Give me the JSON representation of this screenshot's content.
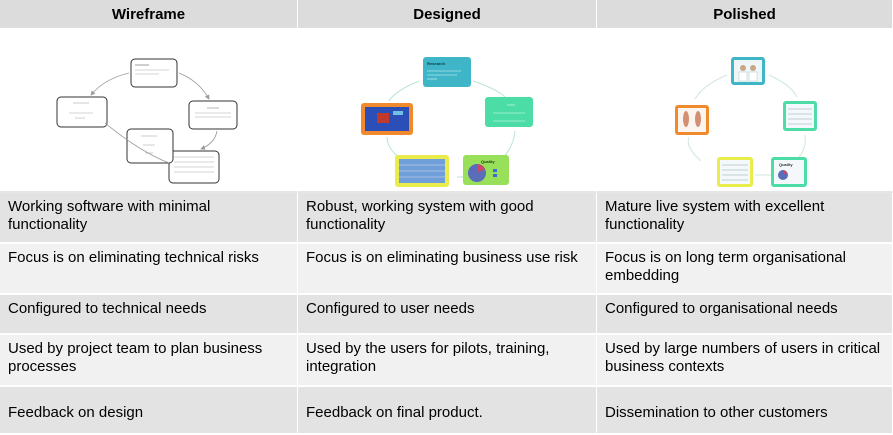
{
  "columns": [
    {
      "title": "Wireframe"
    },
    {
      "title": "Designed"
    },
    {
      "title": "Polished"
    }
  ],
  "designed_labels": {
    "top_title": "Research",
    "quality": "Quality"
  },
  "polished_labels": {
    "quality": "Quality"
  },
  "rows": [
    [
      "Working software with minimal functionality",
      "Robust, working system with good functionality",
      "Mature live system with excellent functionality"
    ],
    [
      "Focus is on eliminating technical risks",
      "Focus is on eliminating business use risk",
      "Focus is on long term organisational embedding"
    ],
    [
      "Configured to technical needs",
      "Configured to user needs",
      "Configured to organisational needs"
    ],
    [
      "Used by project team to plan business processes",
      "Used by the users for pilots, training, integration",
      "Used by large numbers of users in critical business contexts"
    ],
    [
      "Feedback on design",
      "Feedback on final product.",
      "Dissemination to other customers"
    ]
  ],
  "colors": {
    "header_bg": "#dcdcdc",
    "row_dark": "#e3e3e3",
    "row_light": "#f1f1f1",
    "teal": "#3fb6c8",
    "mint": "#4cdca6",
    "lime": "#99e05a",
    "orange": "#f08a2c"
  }
}
